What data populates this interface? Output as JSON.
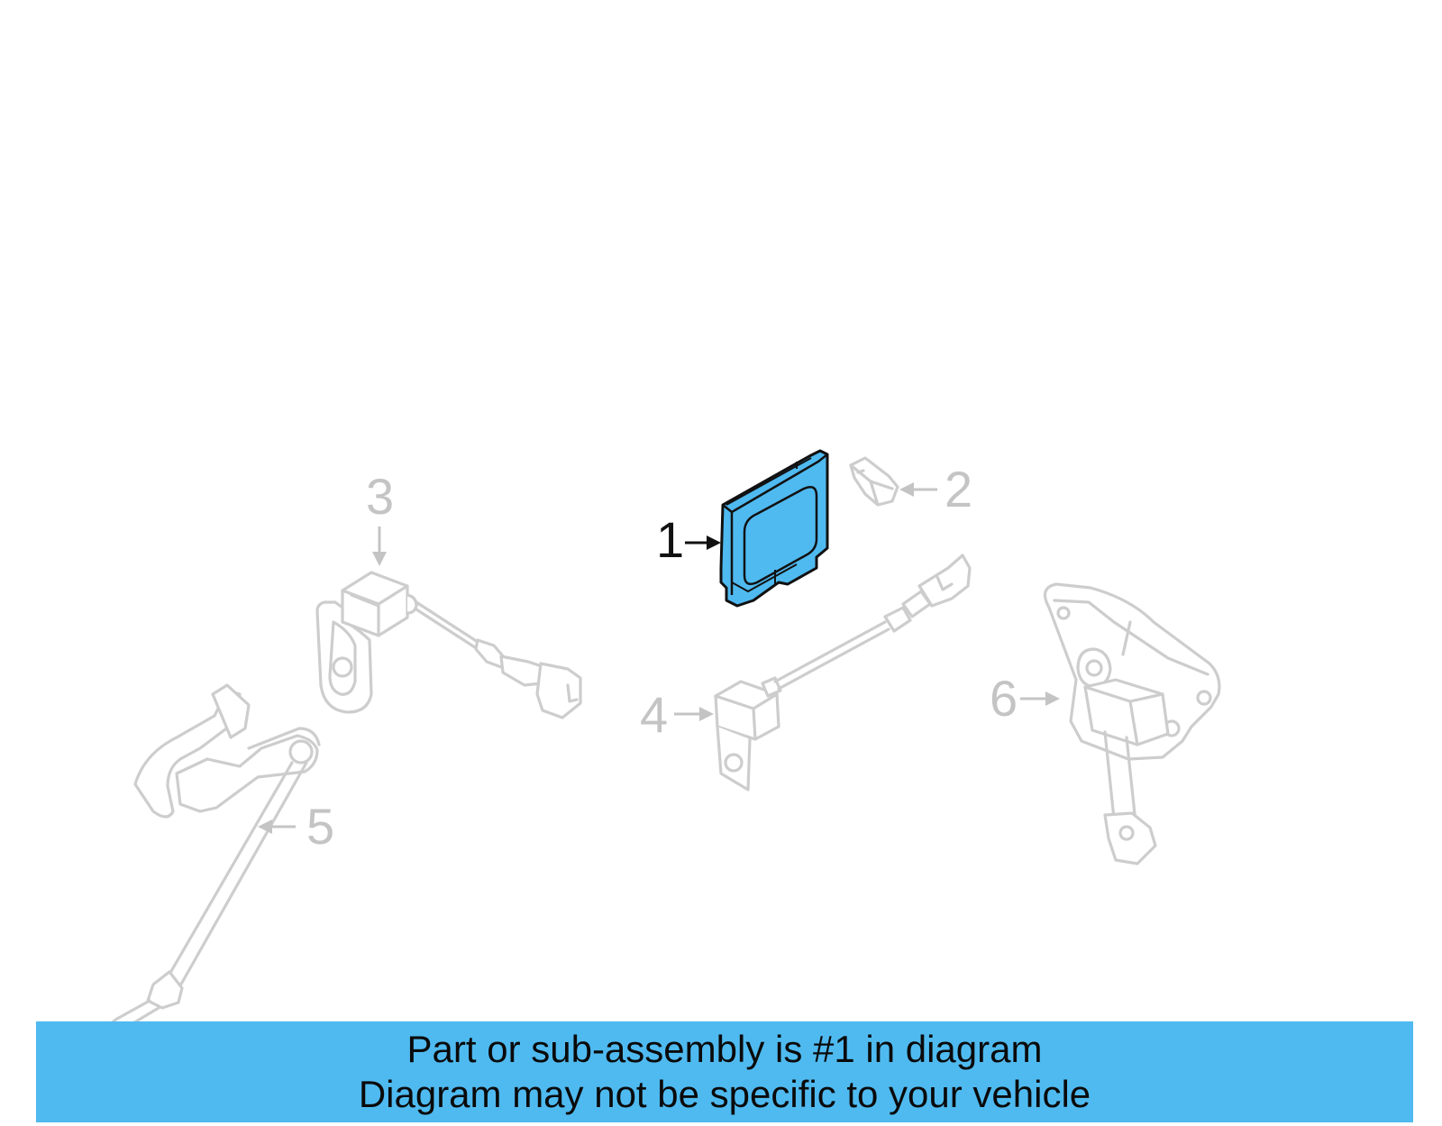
{
  "diagram": {
    "highlight_color": "#4fbaf0",
    "faded_color": "#cdcdcd",
    "callouts": [
      {
        "number": "1",
        "state": "highlighted"
      },
      {
        "number": "2",
        "state": "faded"
      },
      {
        "number": "3",
        "state": "faded"
      },
      {
        "number": "4",
        "state": "faded"
      },
      {
        "number": "5",
        "state": "faded"
      },
      {
        "number": "6",
        "state": "faded"
      }
    ]
  },
  "banner": {
    "line1": "Part or sub-assembly is #1 in diagram",
    "line2": "Diagram may not be specific to your vehicle",
    "background": "#4fbaf0"
  }
}
